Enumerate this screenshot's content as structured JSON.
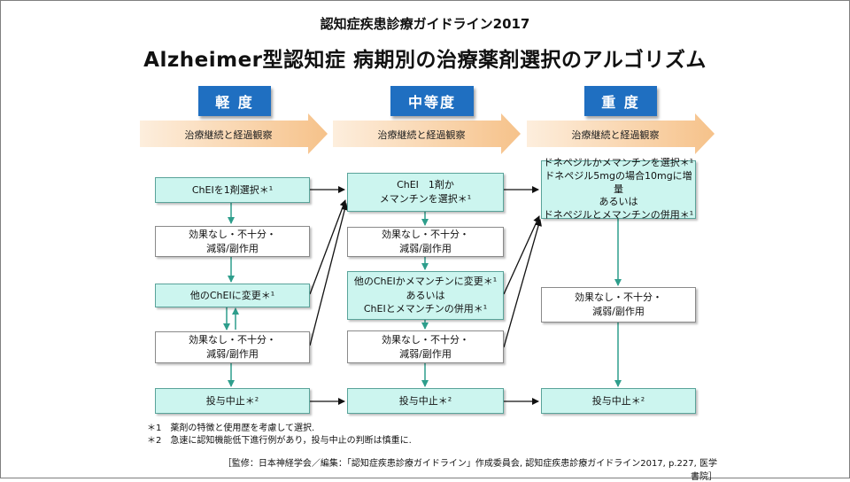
{
  "header": {
    "guideline": "認知症疾患診療ガイドライン2017",
    "title": "Alzheimer型認知症 病期別の治療薬剤選択のアルゴリズム"
  },
  "stages": [
    {
      "label": "軽 度",
      "banner": "治療継続と経過観察"
    },
    {
      "label": "中等度",
      "banner": "治療継続と経過観察"
    },
    {
      "label": "重 度",
      "banner": "治療継続と経過観察"
    }
  ],
  "mild": {
    "step1": "ChEIを1剤選択＊¹",
    "eval1": [
      "効果なし・不十分・",
      "減弱/副作用"
    ],
    "step2": "他のChEIに変更＊¹",
    "eval2": [
      "効果なし・不十分・",
      "減弱/副作用"
    ],
    "stop": "投与中止＊²"
  },
  "moderate": {
    "step1": [
      "ChEI　1剤か",
      "メマンチンを選択＊¹"
    ],
    "eval1": [
      "効果なし・不十分・",
      "減弱/副作用"
    ],
    "step2": [
      "他のChEIかメマンチンに変更＊¹",
      "あるいは",
      "ChEIとメマンチンの併用＊¹"
    ],
    "eval2": [
      "効果なし・不十分・",
      "減弱/副作用"
    ],
    "stop": "投与中止＊²"
  },
  "severe": {
    "step1": [
      "ドネペジルかメマンチンを選択＊¹",
      "ドネペジル5mgの場合10mgに増量",
      "あるいは",
      "ドネペジルとメマンチンの併用＊¹"
    ],
    "eval1": [
      "効果なし・不十分・",
      "減弱/副作用"
    ],
    "stop": "投与中止＊²"
  },
  "footnotes": [
    "＊1　薬剤の特徴と使用歴を考慮して選択.",
    "＊2　急速に認知機能低下進行例があり，投与中止の判断は慎重に."
  ],
  "citation": "［監修：日本神経学会／編集：「認知症疾患診療ガイドライン」作成委員会, 認知症疾患診療ガイドライン2017, p.227, 医学書院］",
  "colors": {
    "stage_blue": "#1f6fc1",
    "teal_box": "#ccf5ef",
    "teal_arrow": "#2e9e8c",
    "banner": "#fce5c8"
  }
}
